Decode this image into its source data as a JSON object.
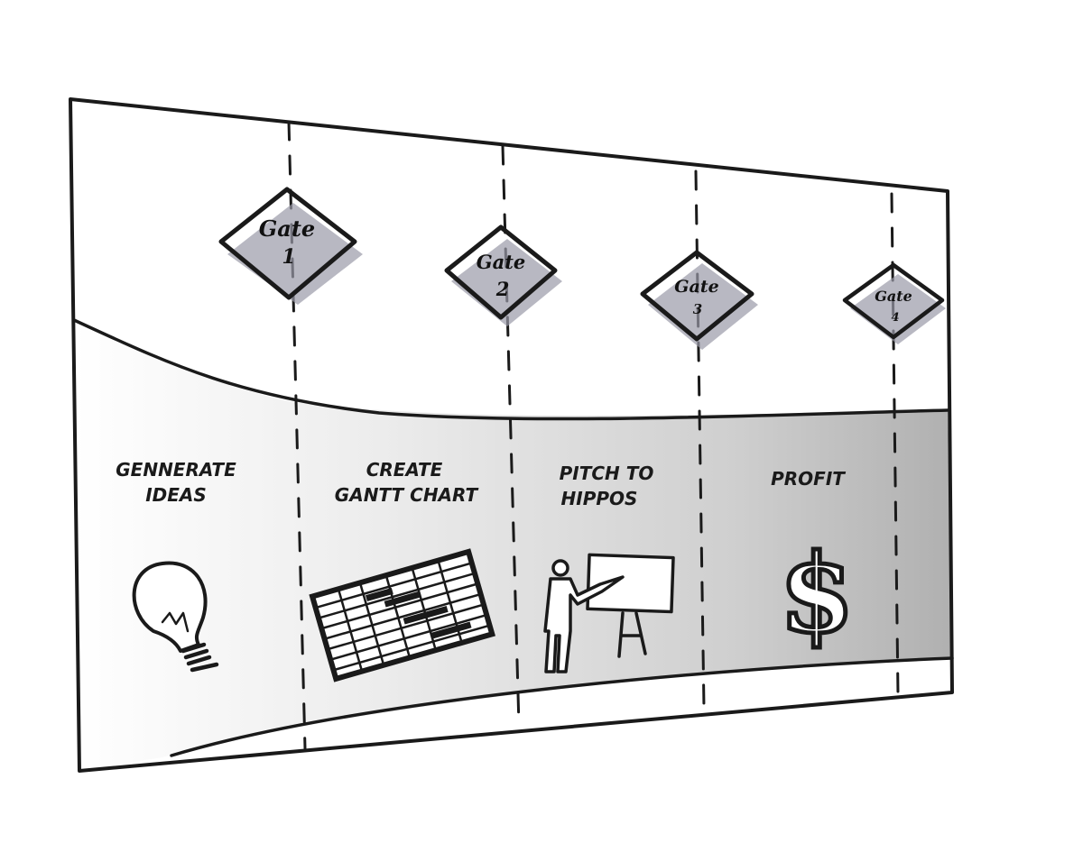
{
  "gates": [
    {
      "word": "Gate",
      "number": "1"
    },
    {
      "word": "Gate",
      "number": "2"
    },
    {
      "word": "Gate",
      "number": "3"
    },
    {
      "word": "Gate",
      "number": "4"
    }
  ],
  "stages": [
    {
      "line1": "GENNERATE",
      "line2": "IDEAS",
      "icon": "lightbulb-icon"
    },
    {
      "line1": "CREATE",
      "line2": "GANTT CHART",
      "icon": "gantt-chart-icon"
    },
    {
      "line1": "PITCH TO",
      "line2": "HIPPOS",
      "icon": "presenter-icon"
    },
    {
      "line1": "PROFIT",
      "line2": "",
      "icon": "dollar-icon"
    }
  ],
  "colors": {
    "ink": "#1a1a1a",
    "shade_light": "#f2f2f2",
    "shade_dark": "#b5b5b5",
    "shadow": "#9a9aa8"
  }
}
